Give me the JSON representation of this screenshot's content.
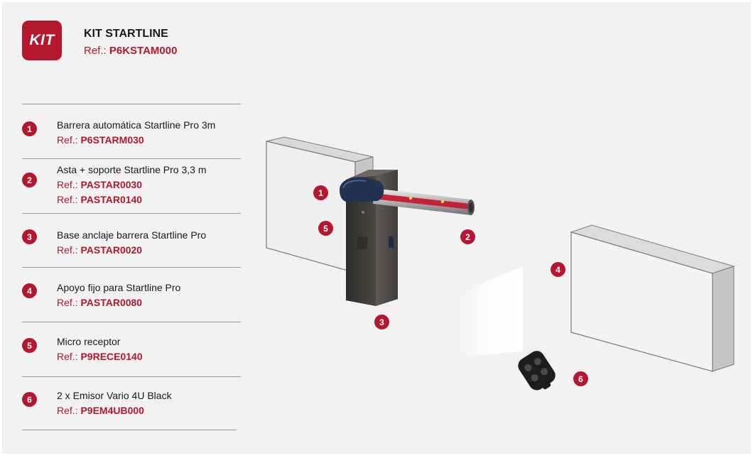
{
  "header": {
    "badge": "KIT",
    "title": "KIT STARTLINE",
    "ref_label": "Ref.:",
    "ref_code": "P6KSTAM000"
  },
  "items": [
    {
      "number": "1",
      "name": "Barrera automática Startline Pro 3m",
      "ref_label": "Ref.:",
      "refs": [
        "P6STARM030"
      ]
    },
    {
      "number": "2",
      "name": "Asta + soporte Startline Pro 3,3 m",
      "ref_label": "Ref.:",
      "refs": [
        "PASTAR0030",
        "PASTAR0140"
      ]
    },
    {
      "number": "3",
      "name": "Base anclaje barrera Startline Pro",
      "ref_label": "Ref.:",
      "refs": [
        "PASTAR0020"
      ]
    },
    {
      "number": "4",
      "name": "Apoyo fijo para Startline Pro",
      "ref_label": "Ref.:",
      "refs": [
        "PASTAR0080"
      ]
    },
    {
      "number": "5",
      "name": "Micro receptor",
      "ref_label": "Ref.:",
      "refs": [
        "P9RECE0140"
      ]
    },
    {
      "number": "6",
      "name": "2 x Emisor Vario 4U Black",
      "ref_label": "Ref.:",
      "refs": [
        "P9EM4UB000"
      ]
    }
  ],
  "callouts": [
    "1",
    "2",
    "3",
    "4",
    "5",
    "6"
  ],
  "colors": {
    "accent": "#b5172f",
    "background": "#f2f2f2",
    "text": "#1a1a1a"
  }
}
